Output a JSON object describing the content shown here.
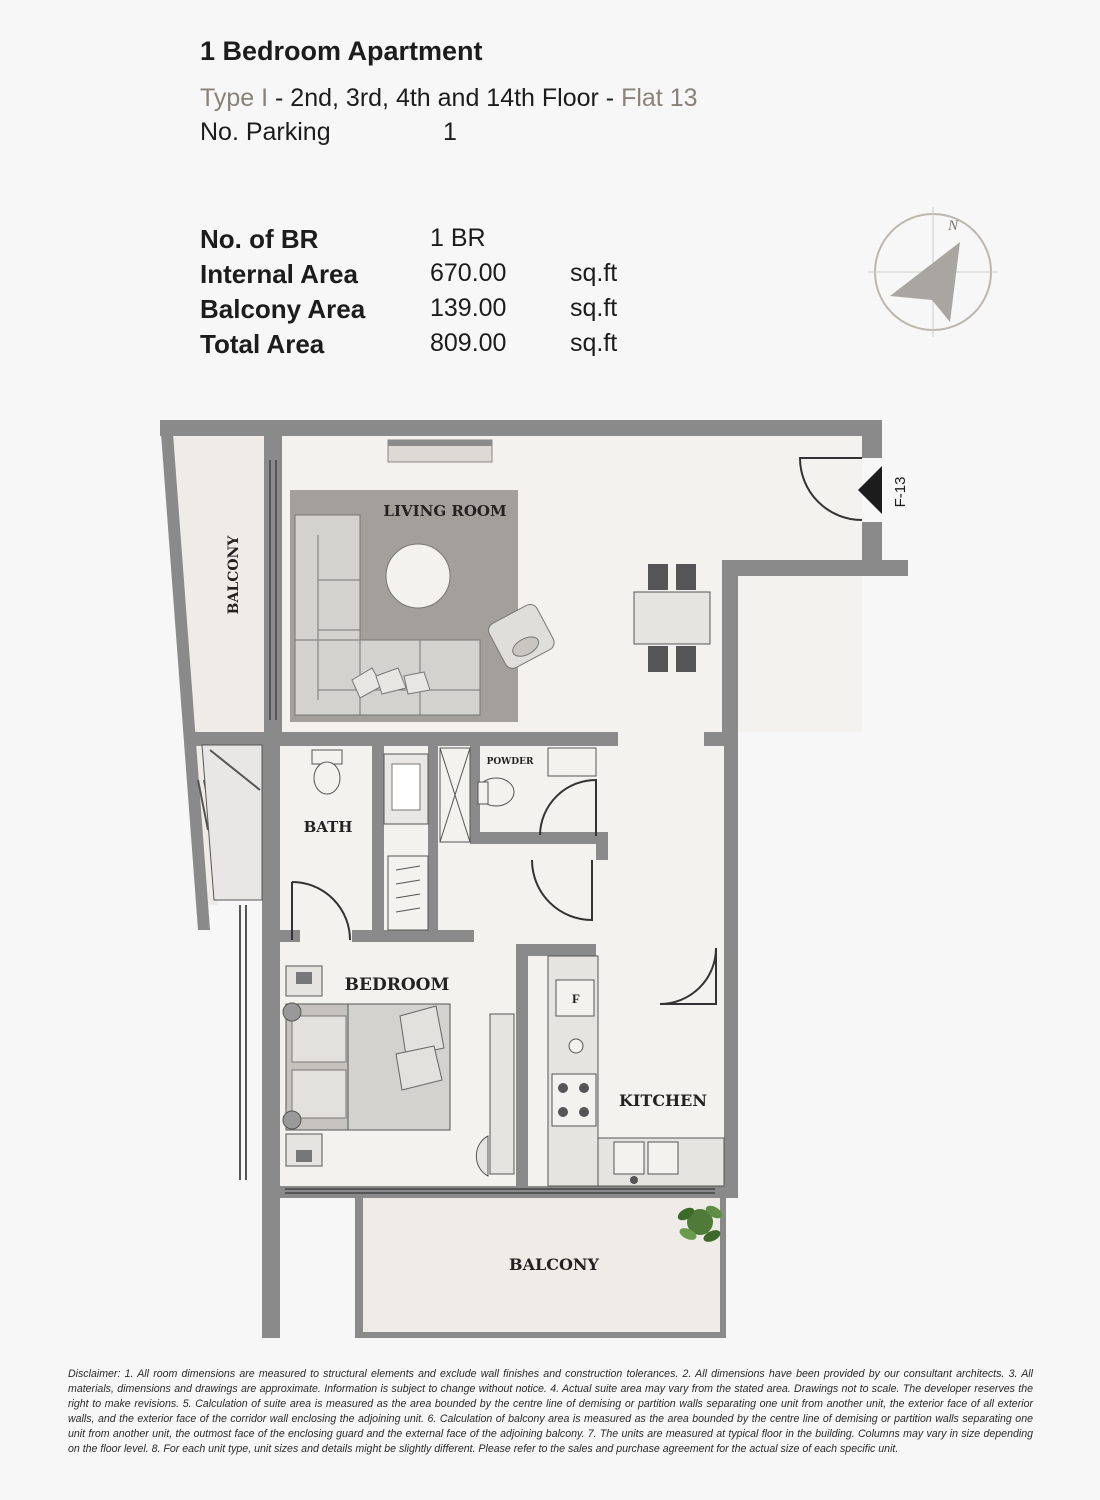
{
  "header": {
    "title": "1 Bedroom Apartment",
    "type_label": "Type I",
    "floors": " - 2nd, 3rd, 4th and 14th Floor - ",
    "flat": "Flat 13",
    "parking_label": "No. Parking",
    "parking_value": "1"
  },
  "specs": [
    {
      "label": "No. of BR",
      "value": "1 BR",
      "unit": ""
    },
    {
      "label": "Internal Area",
      "value": "670.00",
      "unit": "sq.ft"
    },
    {
      "label": "Balcony Area",
      "value": "139.00",
      "unit": "sq.ft"
    },
    {
      "label": "Total Area",
      "value": "809.00",
      "unit": "sq.ft"
    }
  ],
  "compass": {
    "north_label": "N",
    "icon": "north-arrow-icon"
  },
  "plan": {
    "rooms": {
      "living_room": "LIVING ROOM",
      "balcony_west": "BALCONY",
      "bath": "BATH",
      "powder": "POWDER",
      "bedroom": "BEDROOM",
      "kitchen": "KITCHEN",
      "balcony_south": "BALCONY"
    },
    "fridge_label": "F",
    "entrance_label": "F-13",
    "colors": {
      "wall": "#8a8a8a",
      "furniture": "#d4d2cf",
      "rug": "#a39f9a",
      "floor": "#f4f2ee"
    }
  },
  "disclaimer": "Disclaimer: 1. All room dimensions are measured to structural elements and exclude wall finishes and construction tolerances. 2. All dimensions have been provided by our consultant architects. 3. All materials, dimensions and drawings are approximate. Information is subject to change without notice. 4. Actual suite area may vary from the stated area. Drawings not to scale. The developer reserves the right to make revisions. 5. Calculation of suite area is measured as the area bounded by the centre line of demising or partition walls separating one unit from another unit, the exterior face of all exterior walls, and the exterior face of the corridor wall enclosing the adjoining unit. 6. Calculation of balcony area is measured as the area bounded by the centre line of demising or partition walls separating one unit from another unit, the outmost face of the enclosing guard and the external face of the adjoining balcony. 7. The units are measured at typical floor in the building. Columns may vary in size depending on the floor level. 8. For each unit type, unit sizes and details might be slightly different. Please refer to the sales and purchase agreement for the actual size of each specific unit."
}
